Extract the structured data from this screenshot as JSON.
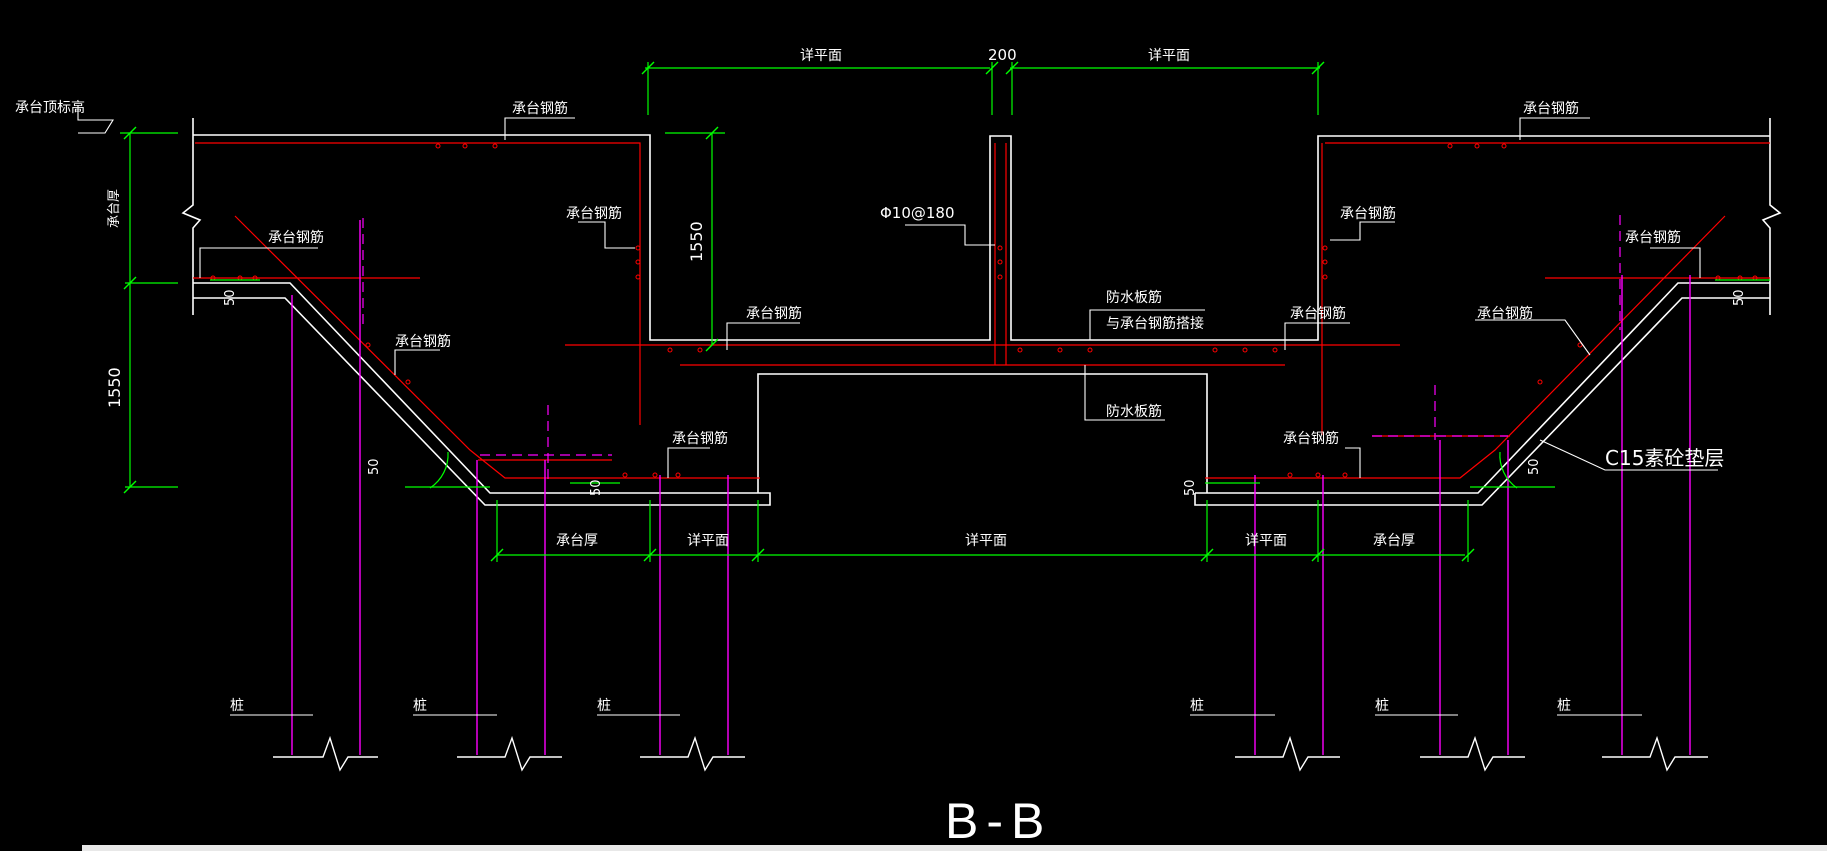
{
  "drawing": {
    "title": "B-B",
    "dimensions": {
      "detail_plan": "详平面",
      "center_gap": "200",
      "height_1550": "1550",
      "offset_50": "50",
      "cap_thickness": "承台厚"
    },
    "labels": {
      "cap_top_elevation": "承台顶标高",
      "cap_rebar": "承台钢筋",
      "rebar_spec": "Φ10@180",
      "waterproof_rebar": "防水板筋",
      "waterproof_lap": "与承台钢筋搭接",
      "cushion": "C15素砼垫层",
      "pile": "桩"
    }
  },
  "colors": {
    "background": "#000000",
    "outline": "#ffffff",
    "rebar": "#ff0000",
    "dimension": "#00ff00",
    "pile": "#ff00ff"
  }
}
